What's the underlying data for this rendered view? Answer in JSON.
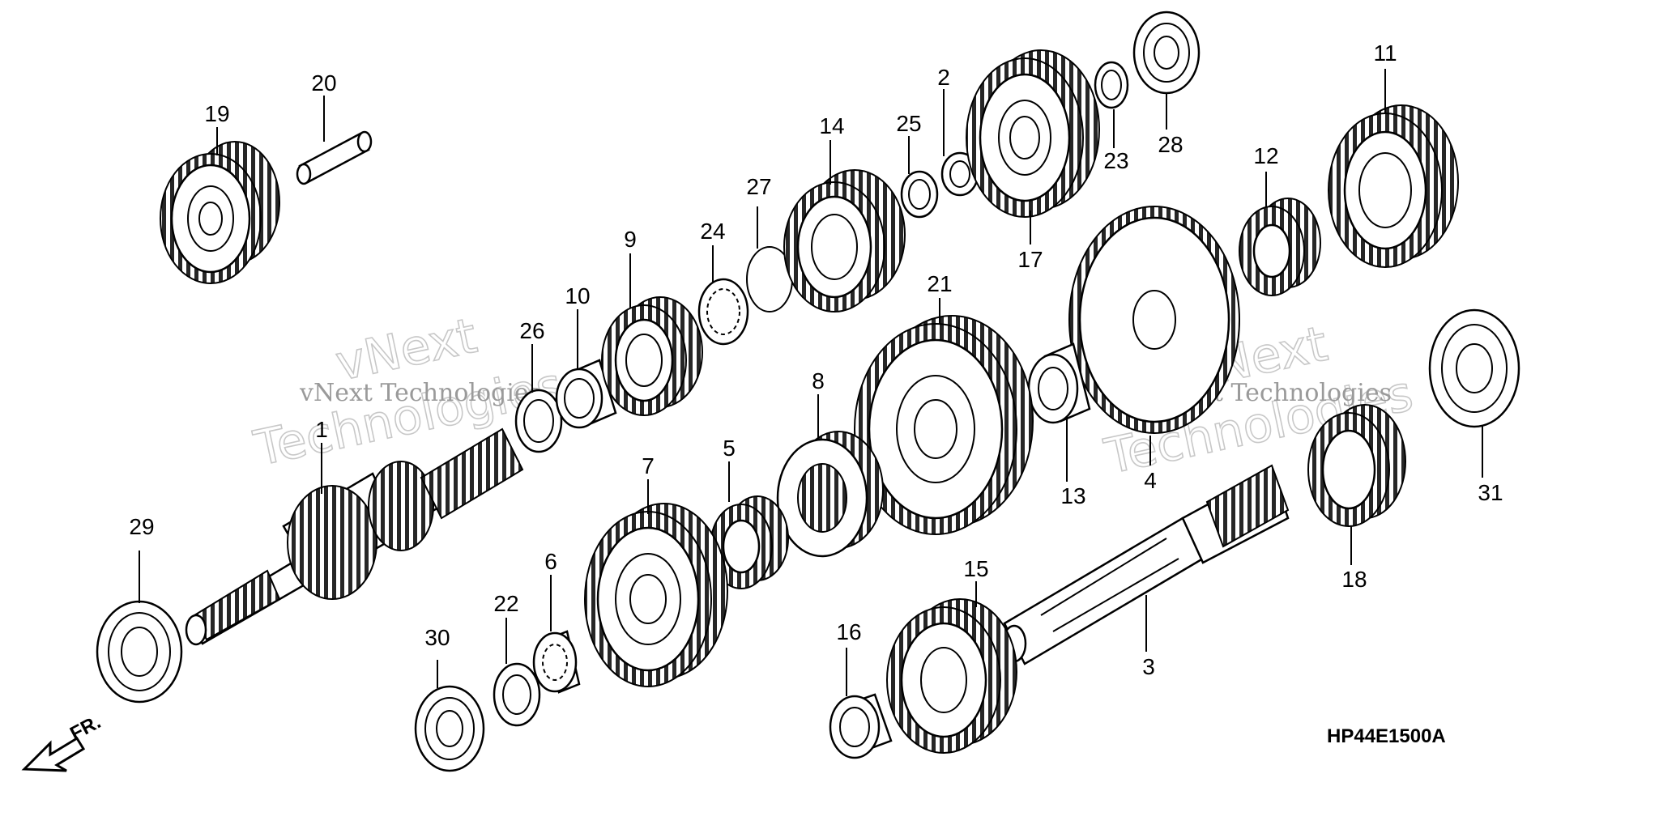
{
  "diagram_code": "HP44E1500A",
  "front_marker": "FR.",
  "watermark": {
    "line1": "vNext",
    "line2": "Technologies",
    "small": "vNext Technologies"
  },
  "parts": {
    "p1": "1",
    "p2": "2",
    "p3": "3",
    "p4": "4",
    "p5": "5",
    "p6": "6",
    "p7": "7",
    "p8": "8",
    "p9": "9",
    "p10": "10",
    "p11": "11",
    "p12": "12",
    "p13": "13",
    "p14": "14",
    "p15": "15",
    "p16": "16",
    "p17": "17",
    "p18": "18",
    "p19": "19",
    "p20": "20",
    "p21": "21",
    "p22": "22",
    "p23": "23",
    "p24": "24",
    "p25": "25",
    "p26": "26",
    "p27": "27",
    "p28": "28",
    "p29": "29",
    "p30": "30",
    "p31": "31"
  }
}
